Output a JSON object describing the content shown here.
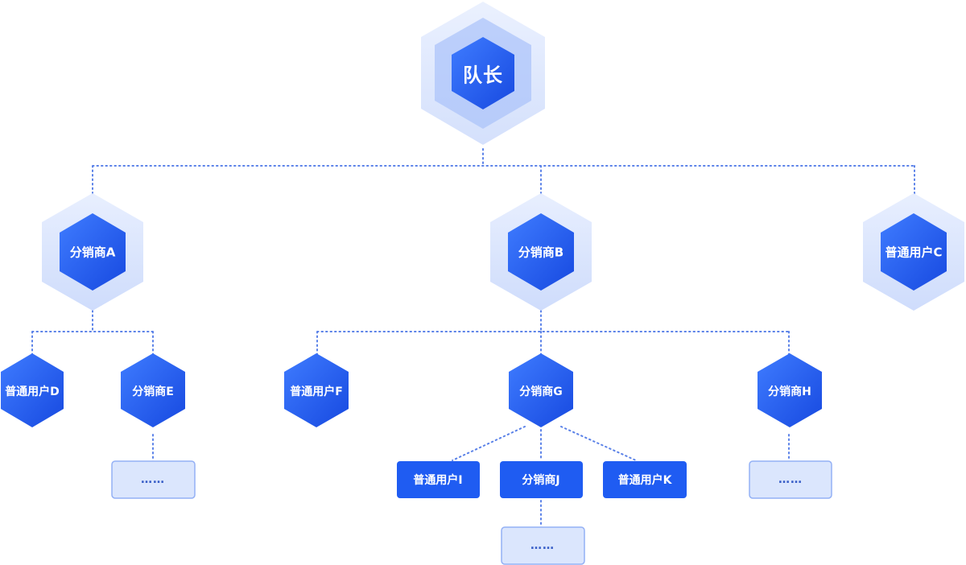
{
  "tree": {
    "root": {
      "label": "队长"
    },
    "distributor_a": {
      "label": "分销商A"
    },
    "distributor_b": {
      "label": "分销商B"
    },
    "user_c": {
      "label": "普通用户C"
    },
    "user_d": {
      "label": "普通用户D"
    },
    "distributor_e": {
      "label": "分销商E"
    },
    "user_f": {
      "label": "普通用户F"
    },
    "distributor_g": {
      "label": "分销商G"
    },
    "distributor_h": {
      "label": "分销商H"
    },
    "user_i": {
      "label": "普通用户I"
    },
    "distributor_j": {
      "label": "分销商J"
    },
    "user_k": {
      "label": "普通用户K"
    },
    "more_label": "……"
  },
  "colors": {
    "primary": "#1f5cf2",
    "halo": "#c9d7fb",
    "placeholder_fill": "#dbe6fd",
    "placeholder_border": "#93b0f5",
    "connector": "#5b82e8"
  }
}
